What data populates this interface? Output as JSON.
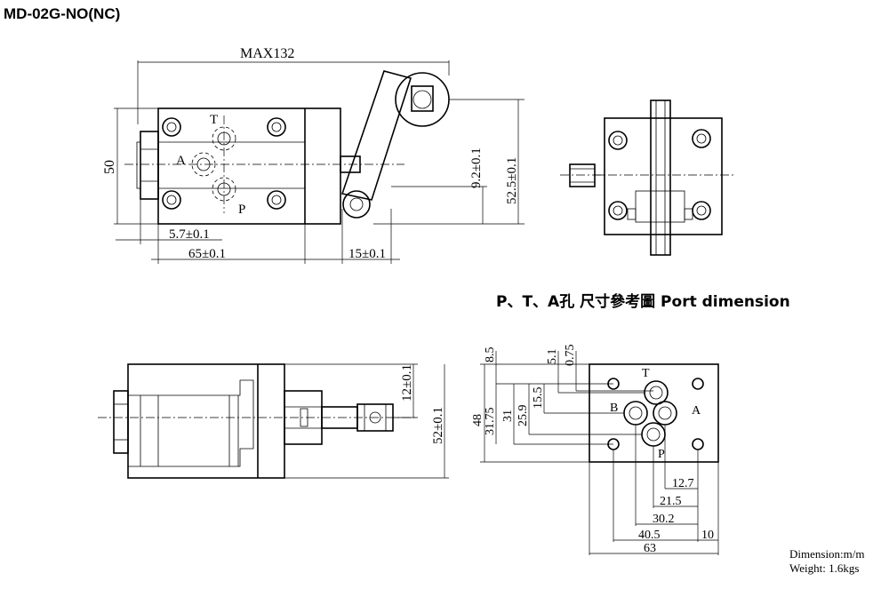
{
  "title": "MD-02G-NO(NC)",
  "section_title": "P、T、A孔 尺寸參考圖 Port dimension",
  "footer": {
    "dimension": "Dimension:m/m",
    "weight": "Weight: 1.6kgs"
  },
  "top_view": {
    "max_length": "MAX132",
    "height": "50",
    "port_labels": {
      "t": "T",
      "a": "A",
      "p": "P"
    },
    "dims": {
      "d1": "5.7±0.1",
      "d2": "65±0.1",
      "d3": "15±0.1",
      "d4": "9.2±0.1",
      "d5": "52.5±0.1"
    }
  },
  "side_view": {
    "dims": {
      "d1": "12±0.1",
      "d2": "52±0.1"
    }
  },
  "port_view": {
    "port_labels": {
      "t": "T",
      "b": "B",
      "a": "A",
      "p": "P"
    },
    "left_dims": {
      "d1": "8.5",
      "d2": "48",
      "d3": "31.75",
      "d4": "31",
      "d5": "25.9",
      "d6": "15.5",
      "d7": "5.1",
      "d8": "0.75"
    },
    "bottom_dims": {
      "d1": "12.7",
      "d2": "21.5",
      "d3": "30.2",
      "d4": "40.5",
      "d5": "10",
      "d6": "63"
    }
  }
}
